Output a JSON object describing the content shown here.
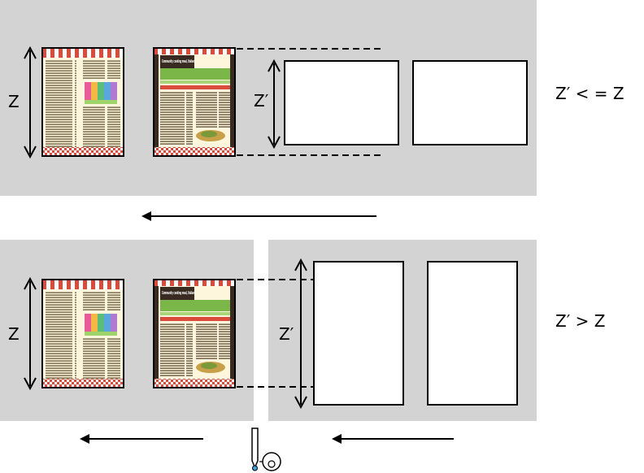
{
  "top_panel": {
    "label_z": "Z",
    "label_zprime": "Z′",
    "condition": "Z′ < = Z"
  },
  "bottom_panel": {
    "label_z": "Z",
    "label_zprime": "Z′",
    "condition": "Z′ >  Z"
  },
  "page_headline": "Community cooking meal, Italian",
  "colors": {
    "panel": "#d3d3d3",
    "frame": "#000000",
    "awning_red": "#d94b3a",
    "awning_white": "#ffffff",
    "green_band": "#7ab648",
    "dark_board": "#3a2b22"
  },
  "icons": [
    "cutter-icon"
  ]
}
